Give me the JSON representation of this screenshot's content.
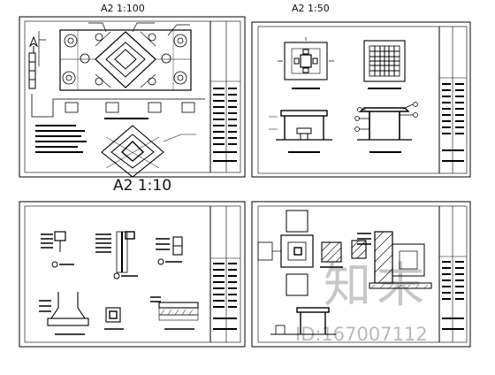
{
  "sheet_labels": {
    "top_left": "A2 1:100",
    "top_right": "A2 1:50",
    "middle": "A2 1:10"
  },
  "watermark": {
    "text": "知末",
    "id": "ID:167007112"
  },
  "colors": {
    "line": "#000000",
    "paper": "#ffffff",
    "watermark": "#9a9a9a"
  }
}
